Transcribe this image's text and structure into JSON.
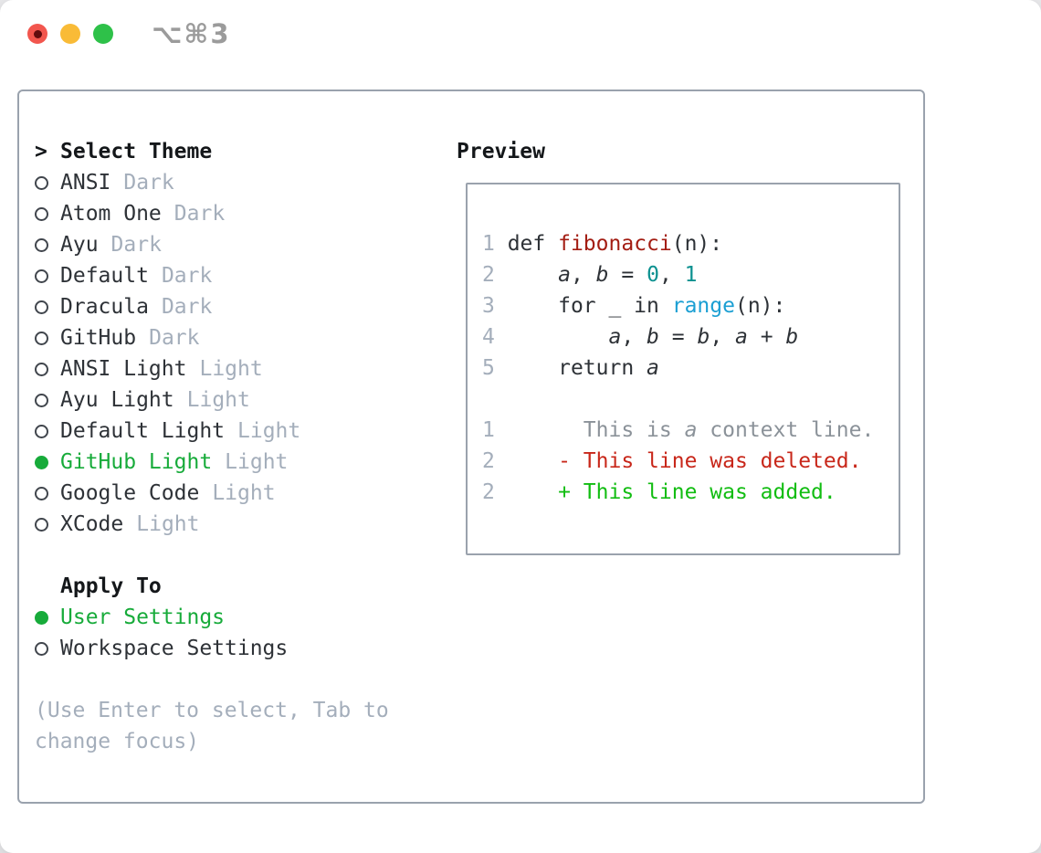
{
  "window": {
    "title_shortcut": "⌥⌘3"
  },
  "colors": {
    "accent_green": "#17ab3a",
    "border_gray": "#9aa2ad",
    "muted_gray": "#a4aebb",
    "text_dark": "#2e3237",
    "diff_deleted_red": "#c8271a",
    "diff_added_green": "#12bd12",
    "code_function_red": "#a31d13",
    "code_number_teal": "#0c9190",
    "code_builtin_blue": "#1b9fd3",
    "traffic_red": "#f2564e",
    "traffic_yellow": "#f9bb37",
    "traffic_green": "#2ec149"
  },
  "left": {
    "prompt": ">",
    "title": "Select Theme",
    "themes": [
      {
        "name": "ANSI",
        "variant": "Dark",
        "selected": false
      },
      {
        "name": "Atom One",
        "variant": "Dark",
        "selected": false
      },
      {
        "name": "Ayu",
        "variant": "Dark",
        "selected": false
      },
      {
        "name": "Default",
        "variant": "Dark",
        "selected": false
      },
      {
        "name": "Dracula",
        "variant": "Dark",
        "selected": false
      },
      {
        "name": "GitHub",
        "variant": "Dark",
        "selected": false
      },
      {
        "name": "ANSI Light",
        "variant": "Light",
        "selected": false
      },
      {
        "name": "Ayu Light",
        "variant": "Light",
        "selected": false
      },
      {
        "name": "Default Light",
        "variant": "Light",
        "selected": false
      },
      {
        "name": "GitHub Light",
        "variant": "Light",
        "selected": true
      },
      {
        "name": "Google Code",
        "variant": "Light",
        "selected": false
      },
      {
        "name": "XCode",
        "variant": "Light",
        "selected": false
      }
    ],
    "apply_title": "Apply To",
    "apply_options": [
      {
        "name": "User Settings",
        "selected": true
      },
      {
        "name": "Workspace Settings",
        "selected": false
      }
    ],
    "hint_lines": [
      "(Use Enter to select, Tab to",
      "change focus)"
    ]
  },
  "preview": {
    "title": "Preview",
    "code_lines": [
      [
        [
          "ln",
          "1"
        ],
        [
          "pl",
          " def "
        ],
        [
          "fn",
          "fibonacci"
        ],
        [
          "pl",
          "(n):"
        ]
      ],
      [
        [
          "ln",
          "2"
        ],
        [
          "pl",
          "     "
        ],
        [
          "it",
          "a"
        ],
        [
          "pl",
          ", "
        ],
        [
          "it",
          "b"
        ],
        [
          "pl",
          " = "
        ],
        [
          "nm",
          "0"
        ],
        [
          "pl",
          ", "
        ],
        [
          "nm",
          "1"
        ]
      ],
      [
        [
          "ln",
          "3"
        ],
        [
          "pl",
          "     for _ in "
        ],
        [
          "bi",
          "range"
        ],
        [
          "pl",
          "(n):"
        ]
      ],
      [
        [
          "ln",
          "4"
        ],
        [
          "pl",
          "         "
        ],
        [
          "it",
          "a"
        ],
        [
          "pl",
          ", "
        ],
        [
          "it",
          "b"
        ],
        [
          "pl",
          " = "
        ],
        [
          "it",
          "b"
        ],
        [
          "pl",
          ", "
        ],
        [
          "it",
          "a"
        ],
        [
          "pl",
          " + "
        ],
        [
          "it",
          "b"
        ]
      ],
      [
        [
          "ln",
          "5"
        ],
        [
          "pl",
          "     return "
        ],
        [
          "it",
          "a"
        ]
      ],
      [],
      [
        [
          "ln",
          "1"
        ],
        [
          "cx",
          "       This is "
        ],
        [
          "ci",
          "a"
        ],
        [
          "cx",
          " context line."
        ]
      ],
      [
        [
          "ln",
          "2"
        ],
        [
          "dl",
          "     - This line was deleted."
        ]
      ],
      [
        [
          "ln",
          "2"
        ],
        [
          "ad",
          "     + This line was added."
        ]
      ]
    ]
  }
}
